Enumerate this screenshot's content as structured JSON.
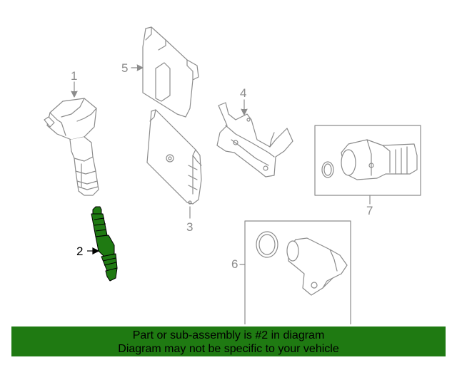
{
  "diagram": {
    "callouts": [
      {
        "id": "1",
        "label": "1"
      },
      {
        "id": "2",
        "label": "2"
      },
      {
        "id": "3",
        "label": "3"
      },
      {
        "id": "4",
        "label": "4"
      },
      {
        "id": "5",
        "label": "5"
      },
      {
        "id": "6",
        "label": "6"
      },
      {
        "id": "7",
        "label": "7"
      }
    ],
    "highlighted_part": "2",
    "highlight_color": "#1f7a12",
    "line_color": "#8c8c8c"
  },
  "banner": {
    "line1": "Part or sub-assembly is #2 in diagram",
    "line2": "Diagram may not be specific to your vehicle",
    "color": "#1f7a12"
  }
}
